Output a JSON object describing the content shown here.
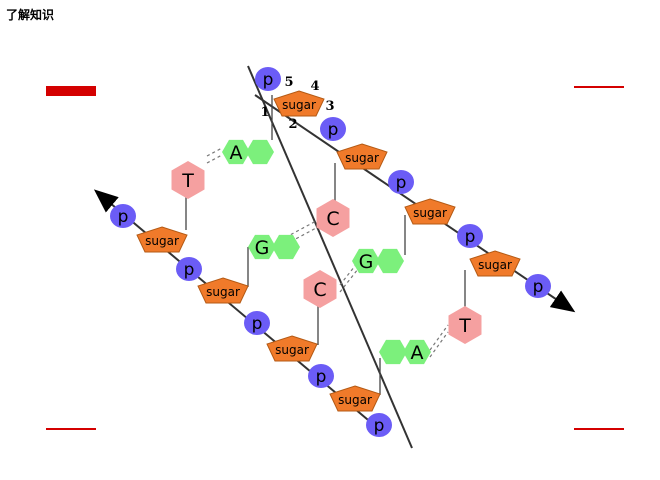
{
  "page": {
    "heading": "了解知识"
  },
  "labels": {
    "sugar": "sugar",
    "phosphate": "p",
    "carbons": [
      "1",
      "2",
      "3",
      "4",
      "5"
    ]
  },
  "base_pairs": [
    {
      "left": "T",
      "right": "A"
    },
    {
      "left": "G",
      "right": "C"
    },
    {
      "left": "C",
      "right": "G"
    },
    {
      "left": "A",
      "right": "T"
    }
  ],
  "colors": {
    "phosphate": "#6b5cf6",
    "sugar": "#f07a2a",
    "purine": "#7cf07c",
    "pyrimidine": "#f5a0a0",
    "accent_bar": "#d40000",
    "arrow": "#000000"
  }
}
